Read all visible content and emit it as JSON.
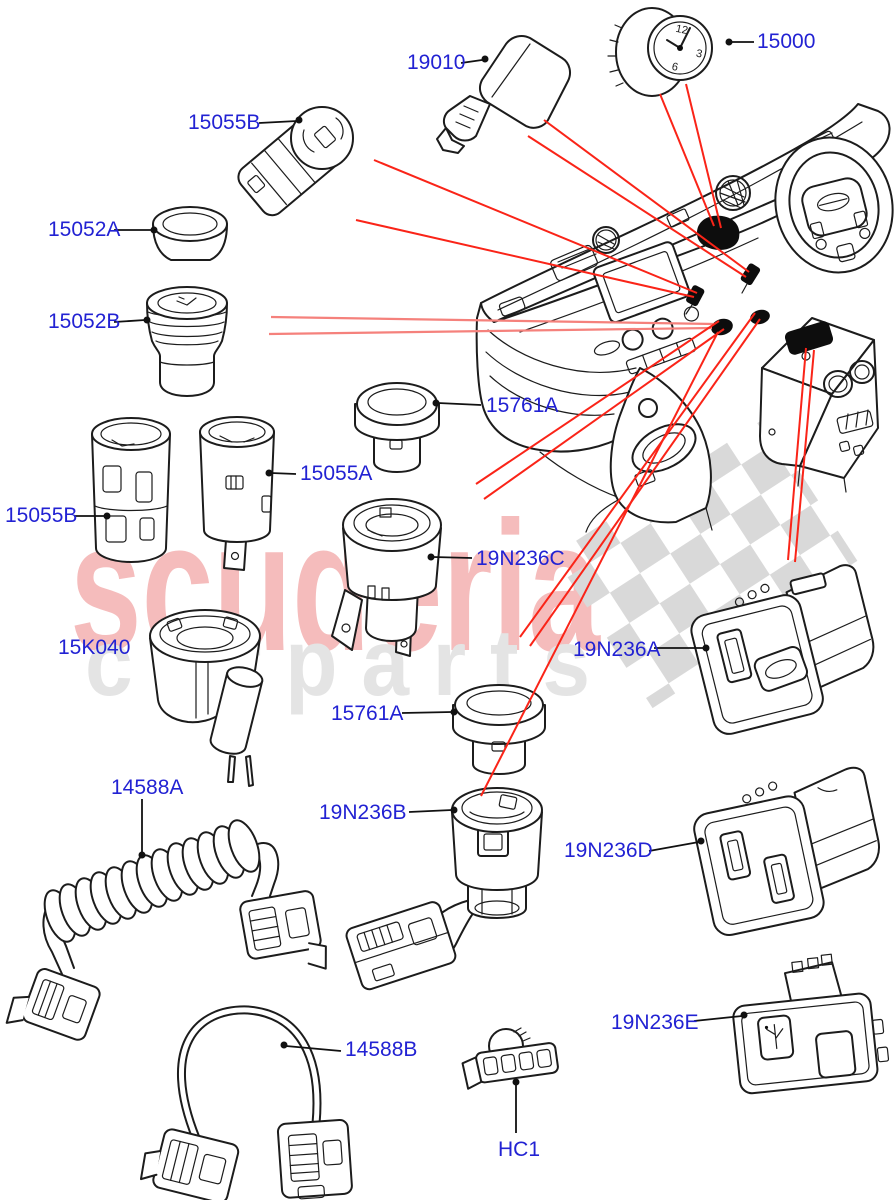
{
  "watermark": {
    "brand": "scuderia",
    "tagline": "c a r p a r t s",
    "brand_color": "#f5bcbc",
    "tagline_color": "#e4e4e4",
    "checker_color": "#d9d9d9"
  },
  "clock": {
    "n12": "12",
    "n3": "3",
    "n6": "6"
  },
  "colors": {
    "label_blue": "#2222d3",
    "callout_red": "#fa2418",
    "callout_red_light": "#f5817c",
    "line_black": "#1c1c1c"
  },
  "labels": {
    "l19010": "19010",
    "l15000": "15000",
    "l15055B_top": "15055B",
    "l15052A": "15052A",
    "l15052B": "15052B",
    "l15761A_upper": "15761A",
    "l15055A": "15055A",
    "l15055B_left": "15055B",
    "l19N236C": "19N236C",
    "l15K040": "15K040",
    "l19N236A": "19N236A",
    "l15761A_lower": "15761A",
    "l19N236B": "19N236B",
    "l14588A": "14588A",
    "l19N236D": "19N236D",
    "l14588B": "14588B",
    "l19N236E": "19N236E",
    "lHC1": "HC1"
  }
}
